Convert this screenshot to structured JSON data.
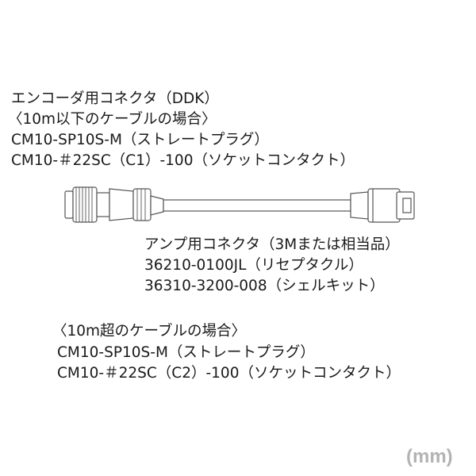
{
  "encoder_connector": {
    "title": "エンコーダ用コネクタ（DDK）",
    "condition": "〈10m以下のケーブルの場合〉",
    "plug": "CM10-SP10S-M（ストレートプラグ）",
    "contact": "CM10-＃22SC（C1）-100（ソケットコンタクト）"
  },
  "amp_connector": {
    "title": "アンプ用コネクタ（3Mまたは相当品）",
    "receptacle": "36210-0100JL（リセプタクル）",
    "shell_kit": "36310-3200-008（シェルキット）"
  },
  "over_10m": {
    "condition": "〈10m超のケーブルの場合〉",
    "plug": "CM10-SP10S-M（ストレートプラグ）",
    "contact": "CM10-＃22SC（C2）-100（ソケットコンタクト）"
  },
  "unit": "(mm)",
  "colors": {
    "text": "#1a1a1a",
    "outline": "#555555",
    "fill": "#ffffff",
    "unit": "#b3b3b3"
  }
}
